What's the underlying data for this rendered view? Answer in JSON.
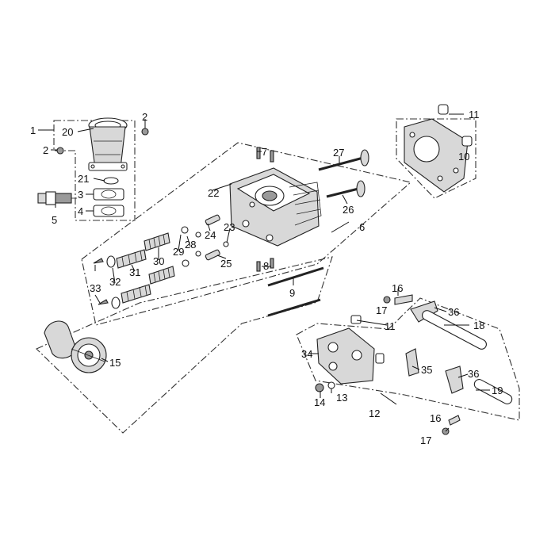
{
  "labels": {
    "p1": "1",
    "p2a": "2",
    "p2b": "2",
    "p3": "3",
    "p4": "4",
    "p5": "5",
    "p6": "6",
    "p7": "7",
    "p8": "8",
    "p9": "9",
    "p10": "10",
    "p11a": "11",
    "p11b": "11",
    "p12": "12",
    "p13": "13",
    "p14": "14",
    "p15": "15",
    "p16a": "16",
    "p16b": "16",
    "p17a": "17",
    "p17b": "17",
    "p18": "18",
    "p19": "19",
    "p20": "20",
    "p21": "21",
    "p22": "22",
    "p23": "23",
    "p24": "24",
    "p25": "25",
    "p26": "26",
    "p27": "27",
    "p28": "28",
    "p29": "29",
    "p30": "30",
    "p31": "31",
    "p32": "32",
    "p33": "33",
    "p34": "34",
    "p35": "35",
    "p36a": "36",
    "p36b": "36"
  },
  "colors": {
    "line": "#111111",
    "part_fill": "#d8d8d8",
    "background": "#ffffff"
  }
}
